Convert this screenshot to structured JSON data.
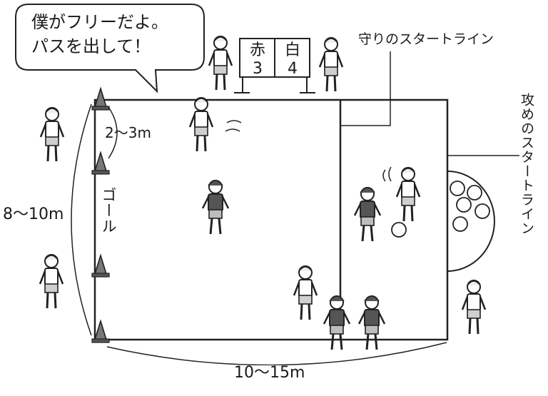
{
  "speech_bubble": {
    "line1": "僕がフリーだよ。",
    "line2": "パスを出して！"
  },
  "scoreboard": {
    "red_label": "赤",
    "red_score": "3",
    "white_label": "白",
    "white_score": "4"
  },
  "labels": {
    "defense_start_line": "守りのスタートライン",
    "attack_start_line": "攻めのスタートライン",
    "cone_spacing": "2～3m",
    "goal": "ゴール",
    "width": "8～10m",
    "length": "10～15m"
  },
  "colors": {
    "line": "#222222",
    "dark_bib": "#555555",
    "light_fill": "#ffffff",
    "ball_fill": "#e8e8e8"
  }
}
